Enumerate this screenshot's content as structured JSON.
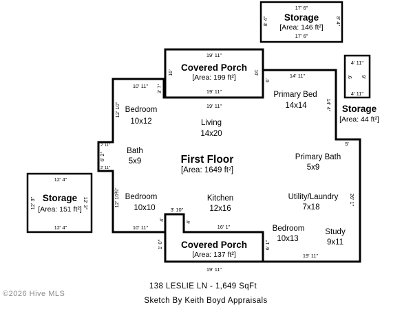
{
  "sketch": {
    "background": "#ffffff",
    "line_color": "#000000",
    "watermark_color": "#8c8c8c"
  },
  "footer": {
    "address_line": "138 LESLIE LN - 1,649 SqFt",
    "credit_line": "Sketch By Keith Boyd Appraisals",
    "watermark": "©2026 Hive MLS"
  },
  "first_floor": {
    "name": "First Floor",
    "area": "[Area: 1649 ft²]"
  },
  "porch_top": {
    "name": "Covered Porch",
    "area": "[Area: 199 ft²]",
    "width_top": "19' 11\"",
    "width_bottom": "19' 11\"",
    "side_left": "10'",
    "side_right": "10'"
  },
  "porch_bottom": {
    "name": "Covered Porch",
    "area": "[Area: 137 ft²]",
    "width_bottom": "19' 11\""
  },
  "storage_top": {
    "name": "Storage",
    "area": "[Area: 146 ft²]",
    "width_top": "17' 6\"",
    "width_bottom": "17' 6\"",
    "side_left": "8' 4\"",
    "side_right": "8' 4\""
  },
  "storage_right": {
    "name": "Storage",
    "area": "[Area: 44 ft²]",
    "width_top": "4' 11\"",
    "width_bottom": "4' 11\"",
    "side_left": "9'",
    "side_right": "9'"
  },
  "storage_left": {
    "name": "Storage",
    "area": "[Area: 151 ft²]",
    "width_top": "12' 4\"",
    "width_bottom": "12' 4\"",
    "side_left": "12' 3\"",
    "side_right": "12' 3\""
  },
  "rooms": [
    {
      "label": "Bedroom",
      "size": "10x12"
    },
    {
      "label": "Bath",
      "size": "5x9"
    },
    {
      "label": "Bedroom",
      "size": "10x10"
    },
    {
      "label": "Kitchen",
      "size": "12x16"
    },
    {
      "label": "Living",
      "size": "14x20"
    },
    {
      "label": "Primary Bed",
      "size": "14x14"
    },
    {
      "label": "Primary Bath",
      "size": "5x9"
    },
    {
      "label": "Utility/Laundry",
      "size": "7x18"
    },
    {
      "label": "Bedroom",
      "size": "10x13"
    },
    {
      "label": "Study",
      "size": "9x11"
    }
  ],
  "dimensions": {
    "top_left_width": "10' 11\"",
    "top_left_step": "3' 7\"",
    "porch_wall_width": "19' 11\"",
    "primary_bed_step": "6'",
    "primary_bed_width": "14' 11\"",
    "primary_bed_side": "14' 4\"",
    "right_step": "5'",
    "right_side": "26' 1\"",
    "bottom_right_width": "19' 11\"",
    "porch_right_side": "6' 1\"",
    "porch_top_width": "16' 1\"",
    "notch_width": "3' 10\"",
    "notch_left_side": "4'",
    "notch_right_side": "4'",
    "porch_left_side": "1' 0\"",
    "bottom_left_width": "10' 11\"",
    "left_lower_side": "12' 10¾\"",
    "bath_step_top": "2' 11\"",
    "bath_step_bottom": "2' 11\"",
    "bath_side": "6' 2\"",
    "left_upper_side": "12' 10\""
  }
}
